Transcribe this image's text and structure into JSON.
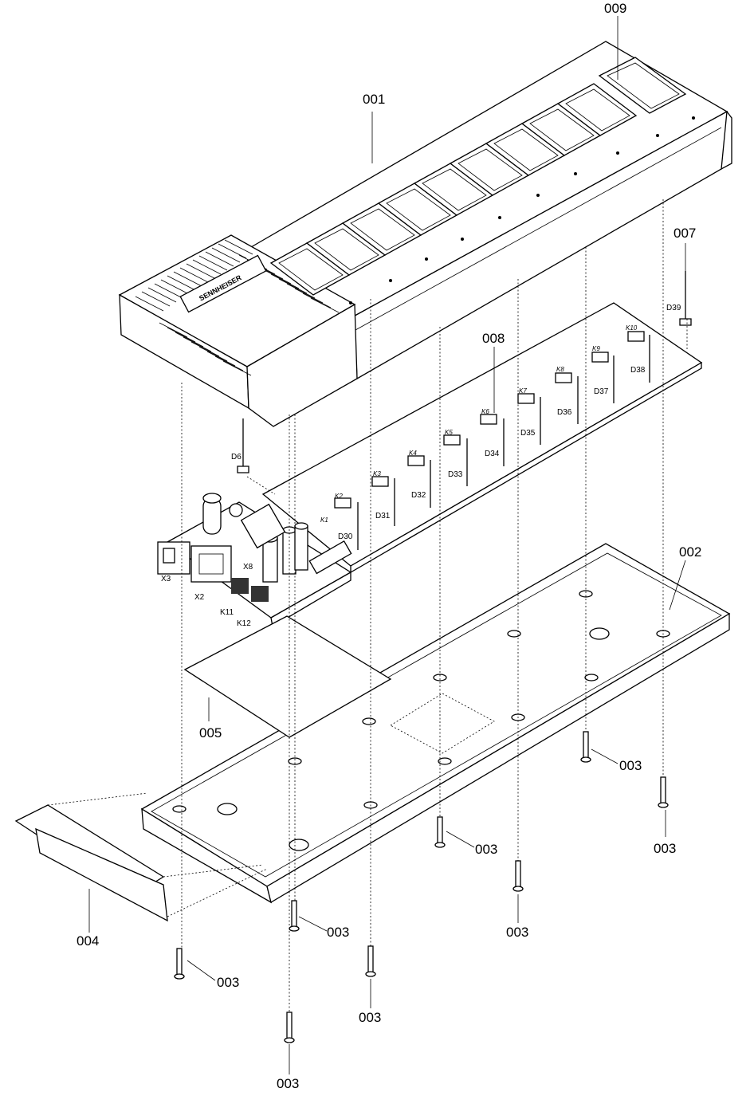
{
  "part_labels": {
    "p001": "001",
    "p002": "002",
    "p003": "003",
    "p004": "004",
    "p005": "005",
    "p007": "007",
    "p008": "008",
    "p009": "009"
  },
  "connector_labels": {
    "x2": "X2",
    "x3": "X3",
    "x8": "X8",
    "k11": "K11",
    "k12": "K12",
    "k1": "K1",
    "k2": "K2",
    "k3": "K3",
    "k4": "K4",
    "k5": "K5",
    "k6": "K6",
    "k7": "K7",
    "k8": "K8",
    "k9": "K9",
    "k10": "K10"
  },
  "diode_labels": {
    "d6": "D6",
    "d30": "D30",
    "d31": "D31",
    "d32": "D32",
    "d33": "D33",
    "d34": "D34",
    "d35": "D35",
    "d36": "D36",
    "d37": "D37",
    "d38": "D38",
    "d39": "D39"
  },
  "logo_text": "SENNHEISER"
}
